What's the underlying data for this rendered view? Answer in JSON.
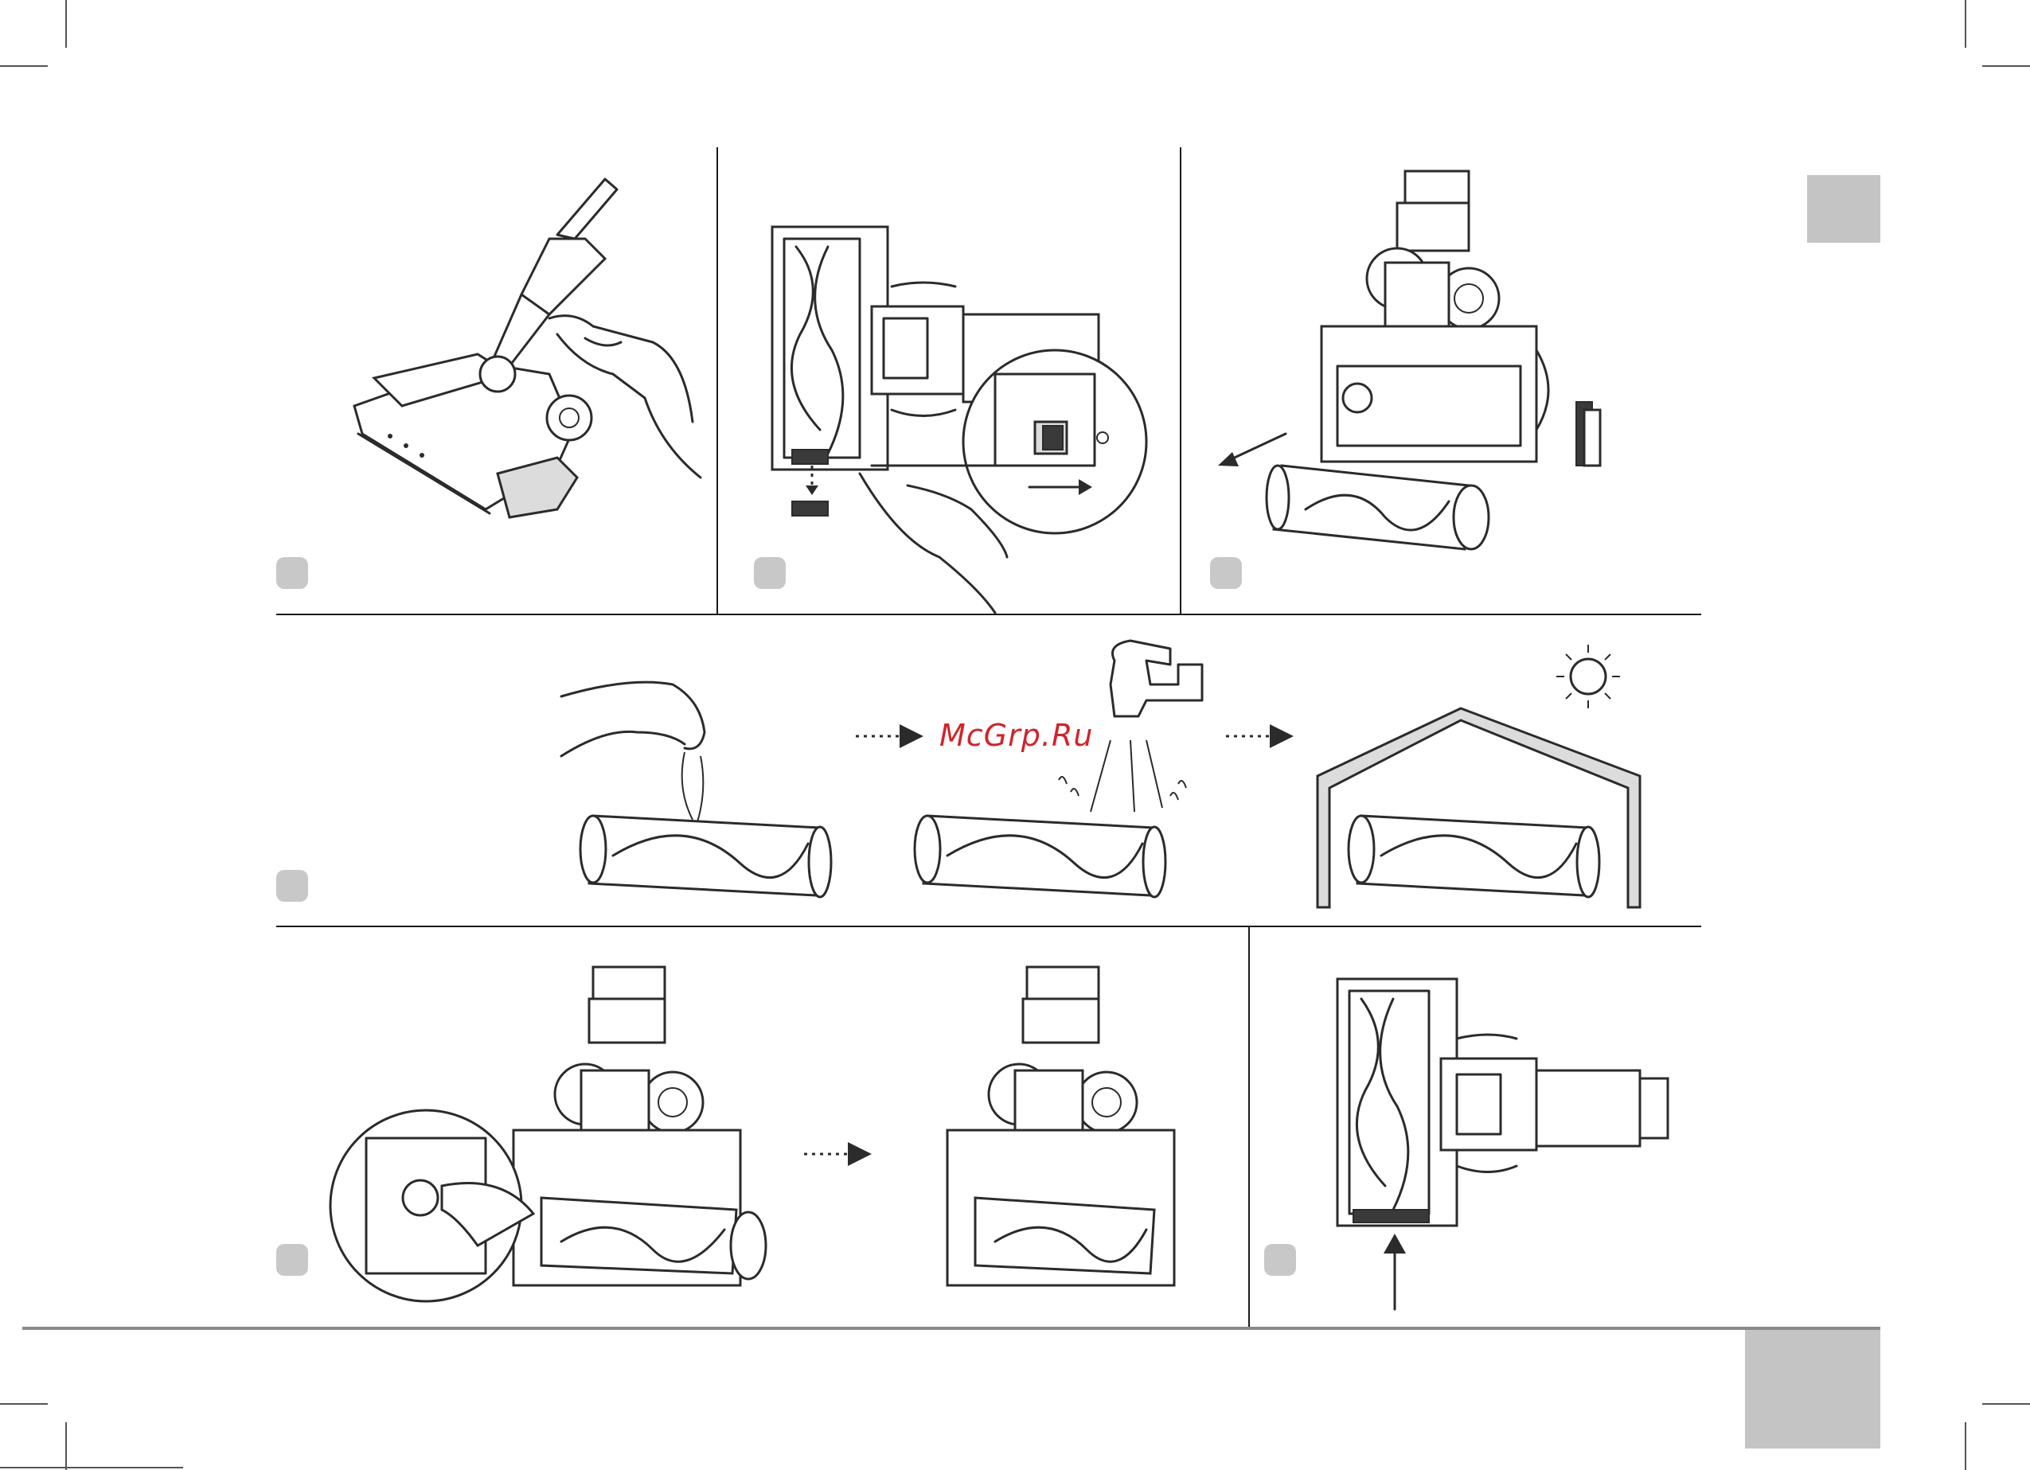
{
  "watermark": "McGrp.Ru",
  "colors": {
    "accent": "#d3232a",
    "badge": "#c8c8c8",
    "tab": "#c4c4c4",
    "line": "#2b2b2b"
  },
  "steps": [
    {
      "panel": "attach-brush-head",
      "icon": "hand-press-icon"
    },
    {
      "panel": "open-brush-cover",
      "icon": "slide-latch-icon"
    },
    {
      "panel": "remove-brush-roll",
      "icon": "brush-roll-icon"
    },
    {
      "panel": "clean-wash-dry",
      "icon": "water-tap-icon"
    },
    {
      "panel": "insert-brush-roll",
      "icon": "brush-roll-icon"
    },
    {
      "panel": "close-brush-cover",
      "icon": "arrow-up-icon"
    }
  ]
}
